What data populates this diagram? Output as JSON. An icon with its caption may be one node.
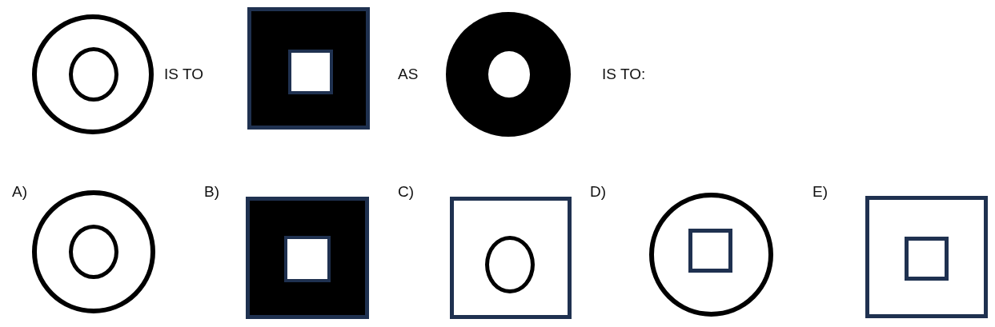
{
  "diagram": {
    "nodes": [
      {
        "text": [],
        "shape": "circle"
      },
      {
        "text": [],
        "shape": "circle",
        "in": 0
      },
      {
        "text": [],
        "shape": "box"
      },
      {
        "text": [],
        "shape": "box",
        "in": 2
      },
      {
        "text": [],
        "shape": "circle"
      },
      {
        "text": [],
        "shape": "circle",
        "in": 4
      },
      {
        "text": [],
        "shape": "circle"
      },
      {
        "text": [],
        "shape": "circle",
        "in": 6
      },
      {
        "text": [],
        "shape": "box"
      },
      {
        "text": [],
        "shape": "box",
        "in": 8
      },
      {
        "text": [],
        "shape": "box"
      },
      {
        "text": [],
        "shape": "circle",
        "in": 10
      },
      {
        "text": [],
        "shape": "circle"
      },
      {
        "text": [],
        "shape": "box",
        "in": 12
      },
      {
        "text": [],
        "shape": "box"
      },
      {
        "text": [],
        "shape": "box",
        "in": 14
      }
    ],
    "labels": [
      "IS TO",
      "AS",
      "IS TO:",
      "A)",
      "B)",
      "C)",
      "D)",
      "E)"
    ]
  }
}
